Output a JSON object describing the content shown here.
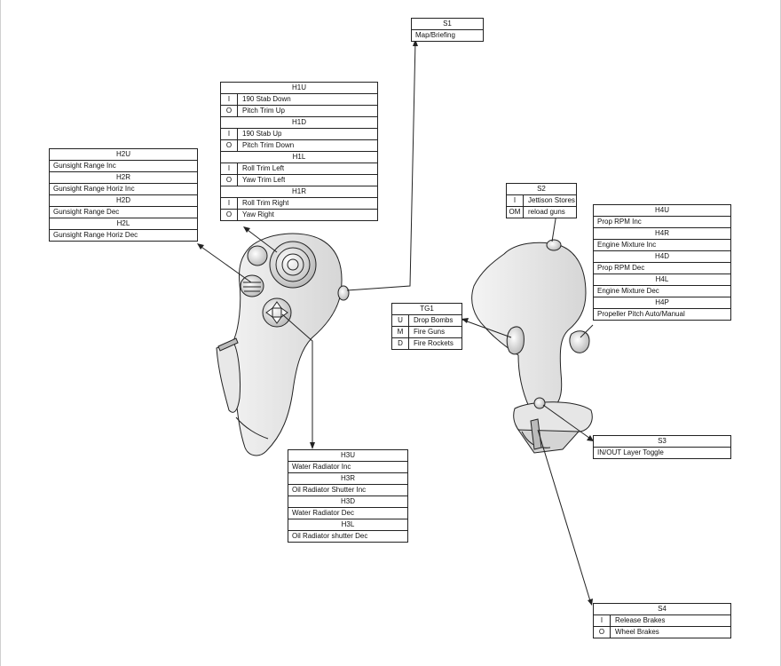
{
  "s1": {
    "header": "S1",
    "items": [
      "Map/Briefing"
    ]
  },
  "h1": {
    "groups": [
      {
        "header": "H1U",
        "rows": [
          {
            "k": "I",
            "v": "190 Stab Down"
          },
          {
            "k": "O",
            "v": "Pitch Trim Up"
          }
        ]
      },
      {
        "header": "H1D",
        "rows": [
          {
            "k": "I",
            "v": "190 Stab Up"
          },
          {
            "k": "O",
            "v": "Pitch Trim Down"
          }
        ]
      },
      {
        "header": "H1L",
        "rows": [
          {
            "k": "I",
            "v": "Roll Trim Left"
          },
          {
            "k": "O",
            "v": "Yaw Trim Left"
          }
        ]
      },
      {
        "header": "H1R",
        "rows": [
          {
            "k": "I",
            "v": "Roll Trim Right"
          },
          {
            "k": "O",
            "v": "Yaw Right"
          }
        ]
      }
    ]
  },
  "h2": {
    "groups": [
      {
        "header": "H2U",
        "text": "Gunsight Range Inc"
      },
      {
        "header": "H2R",
        "text": "Gunsight Range Horiz Inc"
      },
      {
        "header": "H2D",
        "text": "Gunsight Range Dec"
      },
      {
        "header": "H2L",
        "text": "Gunsight Range Horiz Dec"
      }
    ]
  },
  "h3": {
    "groups": [
      {
        "header": "H3U",
        "text": "Water Radiator Inc"
      },
      {
        "header": "H3R",
        "text": "Oil Radiator Shutter Inc"
      },
      {
        "header": "H3D",
        "text": "Water Radiator Dec"
      },
      {
        "header": "H3L",
        "text": "Oil Radiator shutter Dec"
      }
    ]
  },
  "s2": {
    "header": "S2",
    "rows": [
      {
        "k": "I",
        "v": "Jettison Stores"
      },
      {
        "k": "OM",
        "v": "reload guns"
      }
    ]
  },
  "h4": {
    "groups": [
      {
        "header": "H4U",
        "text": "Prop RPM Inc"
      },
      {
        "header": "H4R",
        "text": "Engine Mixture Inc"
      },
      {
        "header": "H4D",
        "text": "Prop RPM Dec"
      },
      {
        "header": "H4L",
        "text": "Engine Mixture Dec"
      },
      {
        "header": "H4P",
        "text": "Propeller Pitch Auto/Manual"
      }
    ]
  },
  "tg1": {
    "header": "TG1",
    "rows": [
      {
        "k": "U",
        "v": "Drop Bombs"
      },
      {
        "k": "M",
        "v": "Fire Guns"
      },
      {
        "k": "D",
        "v": "Fire Rockets"
      }
    ]
  },
  "s3": {
    "header": "S3",
    "items": [
      "IN/OUT Layer Toggle"
    ]
  },
  "s4": {
    "header": "S4",
    "rows": [
      {
        "k": "I",
        "v": "Release Brakes"
      },
      {
        "k": "O",
        "v": "Wheel Brakes"
      }
    ]
  },
  "colors": {
    "line": "#222222",
    "fill": "#ffffff",
    "shade": "#d8d8d8"
  }
}
